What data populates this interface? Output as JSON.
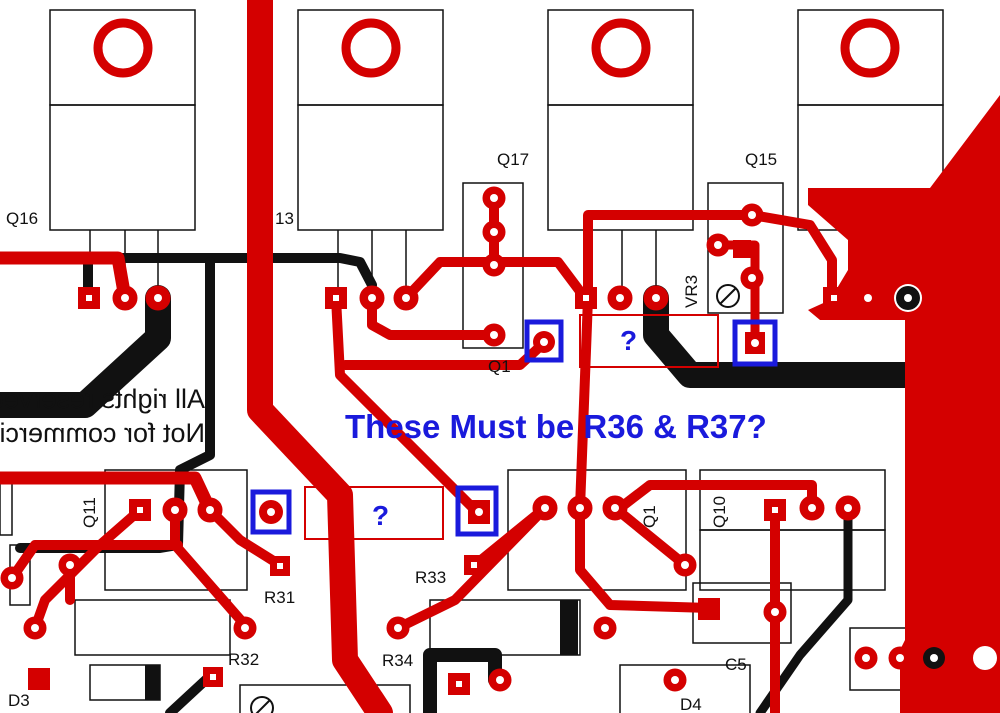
{
  "colors": {
    "copper_top": "#d40000",
    "copper_bottom": "#111111",
    "silkscreen": "#111111",
    "annotation": "#1a1adc",
    "background": "#ffffff"
  },
  "annotation": {
    "note": "These Must be R36 & R37?",
    "unknown_resistor_mark": "?"
  },
  "component_labels": {
    "q16": "Q16",
    "q13": "13",
    "q17": "Q17",
    "q15": "Q15",
    "vr3": "VR3",
    "q11": "Q11",
    "q10": "Q10",
    "q12": "Q1",
    "r31": "R31",
    "r32": "R32",
    "r33": "R33",
    "r34": "R34",
    "c5": "C5",
    "d3": "D3",
    "d4": "D4",
    "q_partial": "Q1"
  },
  "mirrored_text": {
    "line1": "All rights reserved",
    "line2": "Not for commercial"
  }
}
